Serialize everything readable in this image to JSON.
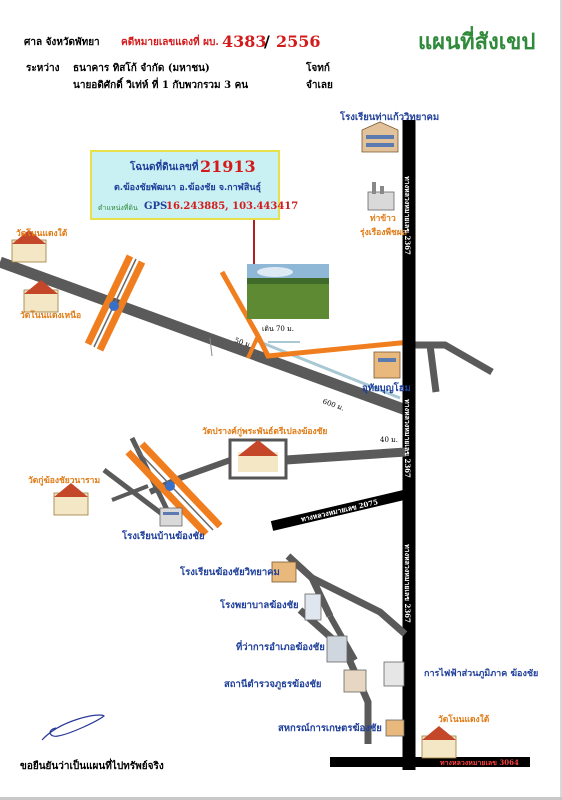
{
  "header": {
    "court_label": "ศาล จังหวัดพัทยา",
    "case_label": "คดีหมายเลขแดงที่ ผบ.",
    "case_number": "4383",
    "case_slash": "/",
    "case_year": "2556",
    "between_label": "ระหว่าง",
    "plaintiff": "ธนาคาร ทิสโก้ จำกัด (มหาชน)",
    "plaintiff_role": "โจทก์",
    "defendant": "นายอดิศักดิ์  วิเท่ห์  ที่ 1  กับพวกรวม 3  คน",
    "defendant_role": "จำเลย",
    "title": "แผนที่สังเขป"
  },
  "infobox": {
    "deed_label": "โฉนดที่ดินเลขที่",
    "deed_number": "21913",
    "location": "ต.ฆ้องชัยพัฒนา  อ.ฆ้องชัย  จ.กาฬสินธุ์",
    "gps_label": "ตำแหน่งที่ดิน",
    "gps_prefix": "GPS",
    "gps_value": "16.243885, 103.443417"
  },
  "landmarks": {
    "school_top": "โรงเรียนท่าแก้ววิทยาคม",
    "rice_mill_1": "ท่าข้าว",
    "rice_mill_2": "รุ่งเรืองพืชผล",
    "wat_nongdaengtai": "วัดโนนแดงใต้",
    "wat_nongdaengnuea": "วัดโนนแดงเหนือ",
    "uthumbun": "อุทัยบุญโฮม",
    "wat_prang": "วัดปรางค์กู่พระพันธ์ตรีเปลงฆ้องชัย",
    "wat_khongchai": "วัดกู่ฆ้องชัยวนาราม",
    "school_bankhong": "โรงเรียนบ้านฆ้องชัย",
    "school_khongchai": "โรงเรียนฆ้องชัยวิทยาคม",
    "hospital": "โรงพยาบาลฆ้องชัย",
    "district_office": "ที่ว่าการอำเภอฆ้องชัย",
    "police": "สถานีตำรวจภูธรฆ้องชัย",
    "electricity": "การไฟฟ้าส่วนภูมิภาค ฆ้องชัย",
    "coop": "สหกรณ์การเกษตรฆ้องชัย",
    "wat_bottom": "วัดโนนแดงใต้"
  },
  "roads": {
    "hwy_top": "ทางหลวงหมายเลข 2367",
    "hwy_mid": "ทางหลวงหมายเลข 2367",
    "hwy_low": "ทางหลวงหมายเลข 2367",
    "road_2075": "ทางหลวงหมายเลข 2075",
    "road_3064": "ทางหลวงหมายเลข 3064"
  },
  "distances": {
    "d_70": "เดิน 70 ม.",
    "d_50": "50 ม.",
    "d_600": "600 ม.",
    "d_40": "40 ม."
  },
  "footer": {
    "certify": "ขอยืนยันว่าเป็นแผนที่ไปทรัพย์จริง"
  },
  "colors": {
    "orange_road": "#f07e1e",
    "main_road": "#000000",
    "gray_road": "#5a5a5a",
    "title_green": "#2f8a3a",
    "accent_red": "#d41a1a"
  }
}
